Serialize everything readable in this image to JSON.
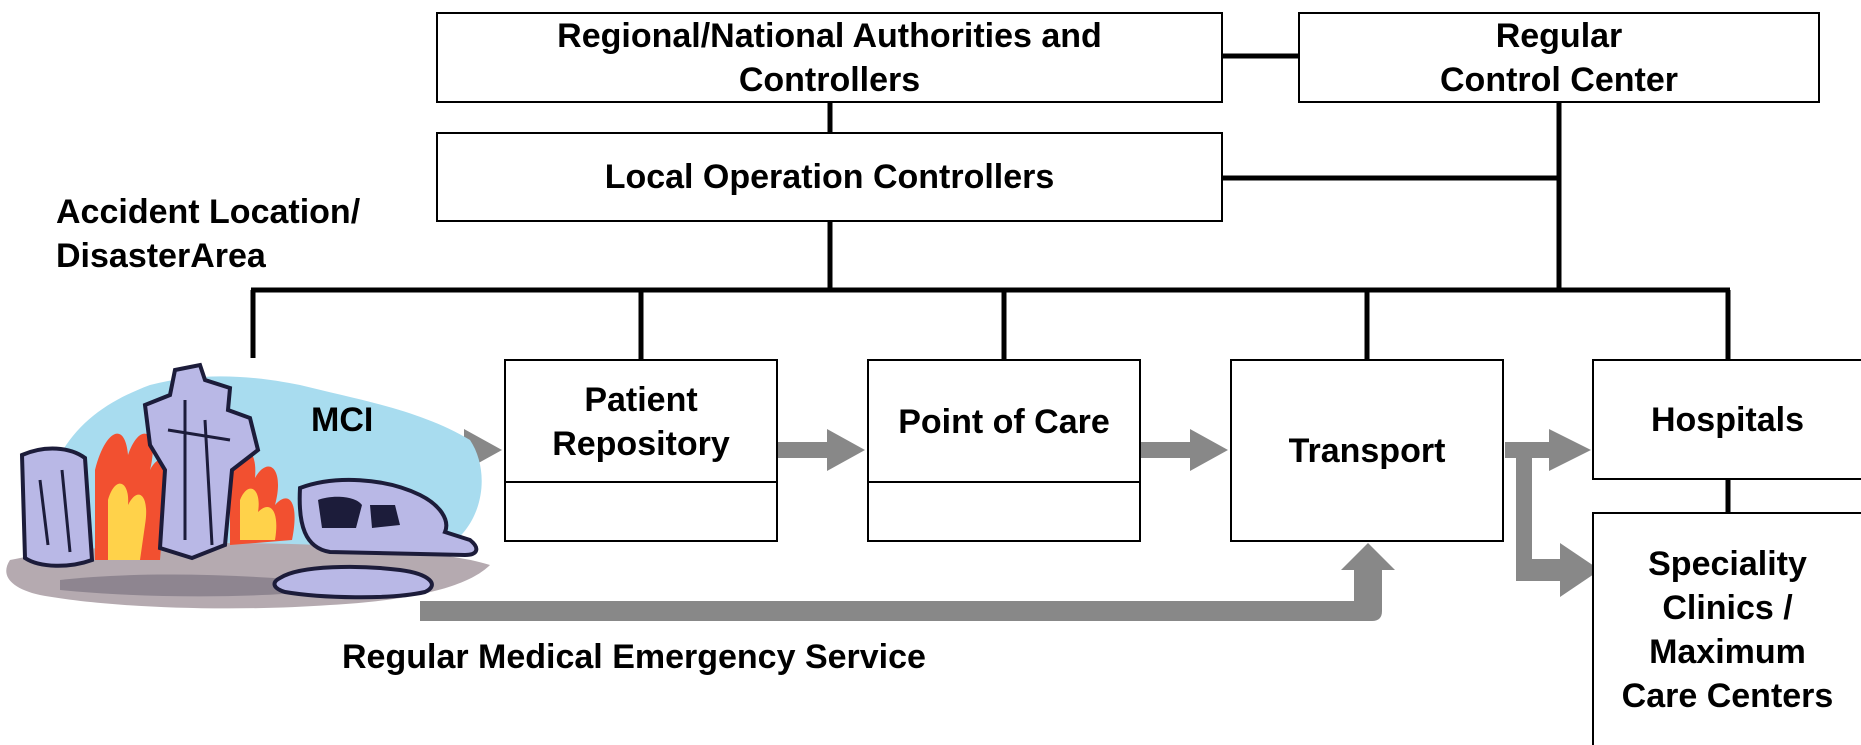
{
  "authorities": "Regional/National Authorities and\nControllers",
  "regular_control_center": "Regular\nControl Center",
  "local_operation_controllers": "Local Operation Controllers",
  "accident_location": "Accident Location/\nDisasterArea",
  "mci": "MCI",
  "patient_repository": "Patient\nRepository",
  "point_of_care": "Point of Care",
  "transport": "Transport",
  "hospitals": "Hospitals",
  "speciality_clinics": "Speciality\nClinics /\nMaximum\nCare Centers",
  "regular_medical_emergency_service": "Regular Medical Emergency Service",
  "triage_colors": [
    "#ff0000",
    "#ffff00",
    "#008000",
    "#3366ff"
  ],
  "arrow_color": "#888888"
}
